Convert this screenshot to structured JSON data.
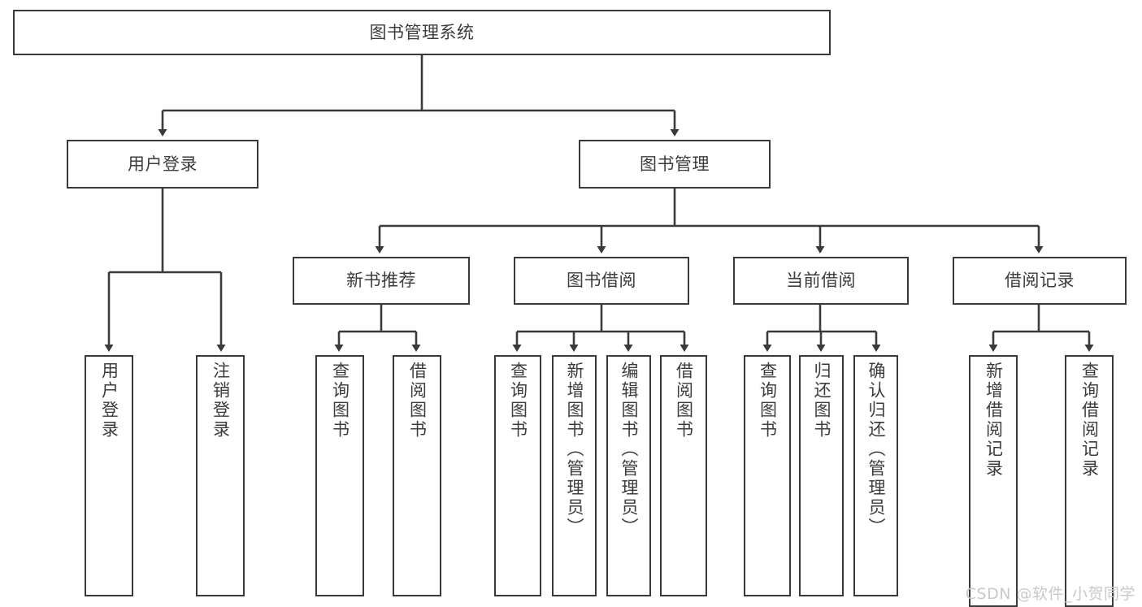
{
  "diagram": {
    "title_node": {
      "label": "图书管理系统"
    },
    "level2": [
      {
        "id": "user-login",
        "label": "用户登录"
      },
      {
        "id": "book-manage",
        "label": "图书管理"
      }
    ],
    "level3": [
      {
        "id": "new-book-recommend",
        "label": "新书推荐"
      },
      {
        "id": "book-borrow",
        "label": "图书借阅"
      },
      {
        "id": "current-borrow",
        "label": "当前借阅"
      },
      {
        "id": "borrow-record",
        "label": "借阅记录"
      }
    ],
    "leaves": [
      {
        "id": "leaf-user-login",
        "label": "用户登录",
        "parent": "user-login"
      },
      {
        "id": "leaf-logout",
        "label": "注销登录",
        "parent": "user-login"
      },
      {
        "id": "leaf-query-book-1",
        "label": "查询图书",
        "parent": "new-book-recommend"
      },
      {
        "id": "leaf-borrow-book-1",
        "label": "借阅图书",
        "parent": "new-book-recommend"
      },
      {
        "id": "leaf-query-book-2",
        "label": "查询图书",
        "parent": "book-borrow"
      },
      {
        "id": "leaf-add-book",
        "label": "新增图书（管理员）",
        "parent": "book-borrow"
      },
      {
        "id": "leaf-edit-book",
        "label": "编辑图书（管理员）",
        "parent": "book-borrow"
      },
      {
        "id": "leaf-borrow-book-2",
        "label": "借阅图书",
        "parent": "book-borrow"
      },
      {
        "id": "leaf-query-book-3",
        "label": "查询图书",
        "parent": "current-borrow"
      },
      {
        "id": "leaf-return-book",
        "label": "归还图书",
        "parent": "current-borrow"
      },
      {
        "id": "leaf-confirm-return",
        "label": "确认归还（管理员）",
        "parent": "current-borrow"
      },
      {
        "id": "leaf-add-record",
        "label": "新增借阅记录",
        "parent": "borrow-record"
      },
      {
        "id": "leaf-query-record",
        "label": "查询借阅记录",
        "parent": "borrow-record"
      }
    ],
    "colors": {
      "stroke": "#3a3a3a",
      "text": "#3c3c3c",
      "background": "#ffffff",
      "watermark": "#c9c9c9"
    }
  },
  "watermark": {
    "text": "CSDN @软件_小贺同学"
  }
}
